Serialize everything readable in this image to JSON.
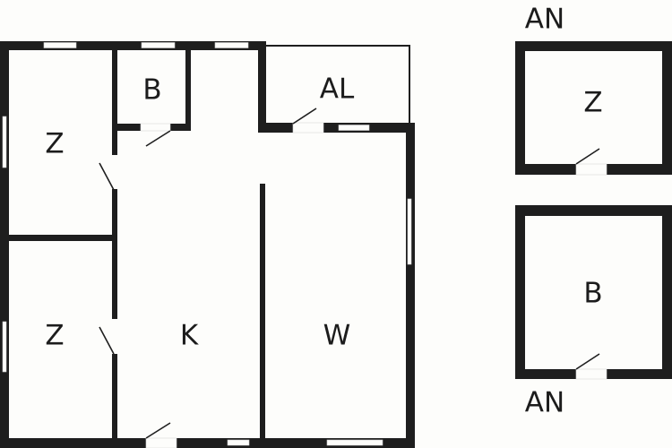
{
  "colors": {
    "wall": "#1e1e1e",
    "background": "#fdfdfb",
    "text": "#1c1c1c"
  },
  "main_floor": {
    "rooms": [
      {
        "id": "bedroom-top",
        "label": "Z"
      },
      {
        "id": "bathroom",
        "label": "B"
      },
      {
        "id": "balcony",
        "label": "AL"
      },
      {
        "id": "bedroom-bottom",
        "label": "Z"
      },
      {
        "id": "kitchen",
        "label": "K"
      },
      {
        "id": "living",
        "label": "W"
      }
    ]
  },
  "annex_top": {
    "title": "AN",
    "room_label": "Z"
  },
  "annex_bottom": {
    "title": "AN",
    "room_label": "B"
  }
}
